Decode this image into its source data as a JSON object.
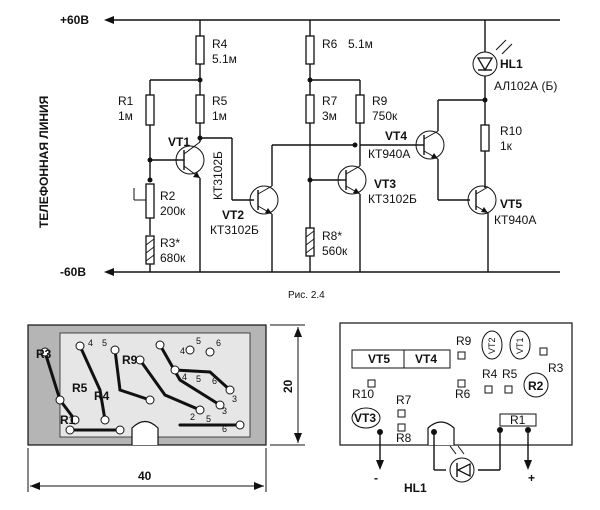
{
  "schematic": {
    "rail_top": "+60В",
    "rail_bottom": "-60В",
    "line_label": "ТЕЛЕФОННАЯ ЛИНИЯ",
    "r4": {
      "ref": "R4",
      "value": "5.1м"
    },
    "r6": {
      "ref": "R6",
      "value": "5.1м"
    },
    "r1": {
      "ref": "R1",
      "value": "1м"
    },
    "r5": {
      "ref": "R5",
      "value": "1м"
    },
    "r7": {
      "ref": "R7",
      "value": "3м"
    },
    "r9": {
      "ref": "R9",
      "value": "750к"
    },
    "r2": {
      "ref": "R2",
      "value": "200к"
    },
    "r3": {
      "ref": "R3*",
      "value": "680к"
    },
    "r8": {
      "ref": "R8*",
      "value": "560к"
    },
    "r10": {
      "ref": "R10",
      "value": "1к"
    },
    "vt1": {
      "ref": "VT1",
      "type": "КТ3102Б"
    },
    "vt2": {
      "ref": "VT2",
      "type": "КТ3102Б"
    },
    "vt3": {
      "ref": "VT3",
      "type": "КТ3102Б"
    },
    "vt4": {
      "ref": "VT4",
      "type": "КТ940А"
    },
    "vt5": {
      "ref": "VT5",
      "type": "КТ940А"
    },
    "hl1": {
      "ref": "HL1",
      "type": "АЛ102А (Б)"
    }
  },
  "caption": "Рис. 2.4",
  "pcb": {
    "dim_width": "40",
    "dim_height": "20",
    "labels": [
      "R3",
      "R5",
      "R4",
      "R9",
      "R1"
    ],
    "pad_numbers": [
      "4",
      "5",
      "4",
      "5",
      "6",
      "4",
      "5",
      "6",
      "3",
      "3",
      "2",
      "5",
      "6"
    ]
  },
  "layout_view": {
    "vt5": "VT5",
    "vt4": "VT4",
    "vt2": "VT2",
    "vt1": "VT1",
    "vt3": "VT3",
    "r9": "R9",
    "r4": "R4",
    "r5": "R5",
    "r3": "R3",
    "r2": "R2",
    "r10": "R10",
    "r7": "R7",
    "r6": "R6",
    "r8": "R8",
    "r1": "R1",
    "hl1": "HL1",
    "minus": "-",
    "plus": "+"
  }
}
